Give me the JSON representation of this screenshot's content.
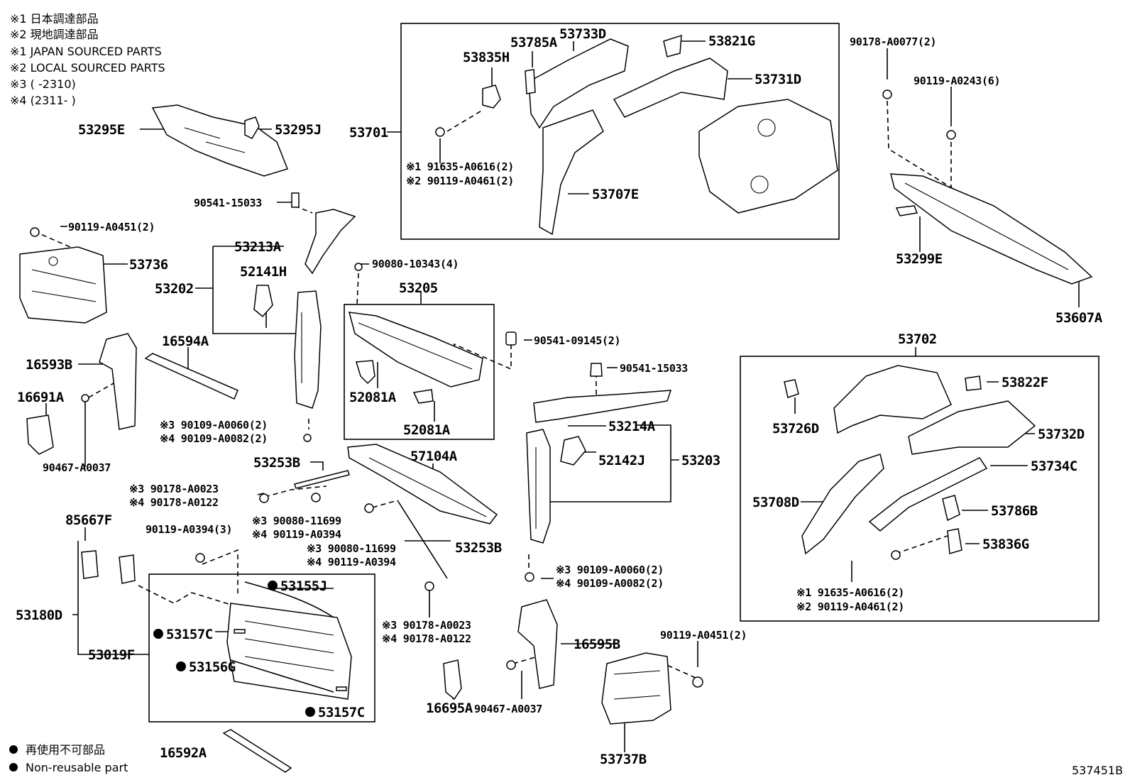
{
  "notes": [
    "※1  日本調達部品",
    "※2  現地調達部品",
    "※1  JAPAN SOURCED PARTS",
    "※2  LOCAL SOURCED PARTS",
    "※3 (      -2310)",
    "※4 (2311-      )"
  ],
  "legend": [
    "再使用不可部品",
    "Non-reusable part"
  ],
  "diagram_id": "537451B",
  "labels": {
    "p53295E": "53295E",
    "p53295J": "53295J",
    "p90541_15033_a": "90541-15033",
    "p90119_A0451_a": "90119-A0451(2)",
    "p53736": "53736",
    "p53213A": "53213A",
    "p53202": "53202",
    "p52141H": "52141H",
    "p16594A": "16594A",
    "p16593B": "16593B",
    "p16691A": "16691A",
    "p90467_a": "90467-A0037",
    "p90109_a3": "※3 90109-A0060(2)",
    "p90109_a4": "※4 90109-A0082(2)",
    "p53253B_a": "53253B",
    "p90178_a3": "※3 90178-A0023",
    "p90178_a4": "※4 90178-A0122",
    "p90080_b3": "※3 90080-11699",
    "p90119_b4": "※4 90119-A0394",
    "p85667F": "85667F",
    "p90119_A0394": "90119-A0394(3)",
    "p53180D": "53180D",
    "p53019F": "53019F",
    "p53155J": "53155J",
    "p53157C_a": "53157C",
    "p53156G": "53156G",
    "p53157C_b": "53157C",
    "p16592A": "16592A",
    "p53701": "53701",
    "p53835H": "53835H",
    "p53785A": "53785A",
    "p53733D": "53733D",
    "p53821G": "53821G",
    "p53731D": "53731D",
    "p91635_a1": "※1 91635-A0616(2)",
    "p90119_a2": "※2 90119-A0461(2)",
    "p53707E": "53707E",
    "p90080_10343": "90080-10343(4)",
    "p53205": "53205",
    "p52081A_a": "52081A",
    "p52081A_b": "52081A",
    "p90541_09145": "90541-09145(2)",
    "p57104A": "57104A",
    "p90080_c3": "※3 90080-11699",
    "p90119_c4": "※4 90119-A0394",
    "p53253B_b": "53253B",
    "p90178_c3": "※3 90178-A0023",
    "p90178_c4": "※4 90178-A0122",
    "p16695A": "16695A",
    "p90467_b": "90467-A0037",
    "p16595B": "16595B",
    "p90541_15033_b": "90541-15033",
    "p53214A": "53214A",
    "p52142J": "52142J",
    "p53203": "53203",
    "p90109_d3": "※3 90109-A0060(2)",
    "p90109_d4": "※4 90109-A0082(2)",
    "p90119_A0451_b": "90119-A0451(2)",
    "p53737B": "53737B",
    "p90178_A0077": "90178-A0077(2)",
    "p90119_A0243": "90119-A0243(6)",
    "p53299E": "53299E",
    "p53607A": "53607A",
    "p53702": "53702",
    "p53822F": "53822F",
    "p53726D": "53726D",
    "p53732D": "53732D",
    "p53734C": "53734C",
    "p53708D": "53708D",
    "p53786B": "53786B",
    "p53836G": "53836G",
    "p91635_e1": "※1 91635-A0616(2)",
    "p90119_e2": "※2 90119-A0461(2)"
  }
}
